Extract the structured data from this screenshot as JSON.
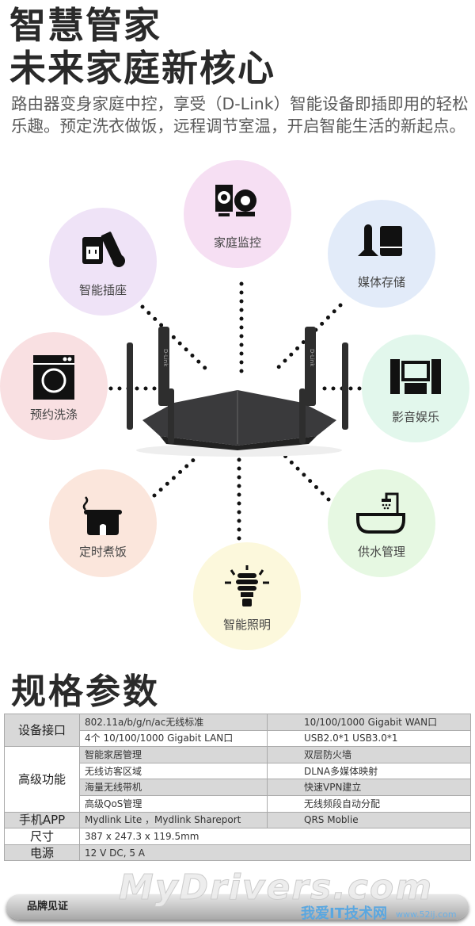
{
  "header": {
    "title_line1": "智慧管家",
    "title_line2": "未来家庭新核心",
    "intro": "路由器变身家庭中控，享受（D-Link）智能设备即插即用的轻松乐趣。预定洗衣做饭，远程调节室温，开启智能生活的新起点。"
  },
  "features": [
    {
      "label": "智能插座",
      "icon": "smart-plug-icon",
      "color": "#efe3f7"
    },
    {
      "label": "家庭监控",
      "icon": "camera-icon",
      "color": "#f6dff3"
    },
    {
      "label": "媒体存储",
      "icon": "storage-icon",
      "color": "#e2ebf9"
    },
    {
      "label": "预约洗涤",
      "icon": "washing-machine-icon",
      "color": "#f9e0e2"
    },
    {
      "label": "影音娱乐",
      "icon": "home-theater-icon",
      "color": "#e2f7ec"
    },
    {
      "label": "定时煮饭",
      "icon": "rice-cooker-icon",
      "color": "#fbe6dc"
    },
    {
      "label": "供水管理",
      "icon": "bathtub-icon",
      "color": "#e6f8e2"
    },
    {
      "label": "智能照明",
      "icon": "light-bulb-icon",
      "color": "#fcf8dc"
    }
  ],
  "router": {
    "brand": "D-Link"
  },
  "specs": {
    "title": "规格参数",
    "groups": [
      {
        "name": "设备接口",
        "rows": [
          [
            "802.11a/b/g/n/ac无线标准",
            "10/100/1000 Gigabit WAN口"
          ],
          [
            "4个 10/100/1000 Gigabit LAN口",
            "USB2.0*1 USB3.0*1"
          ]
        ]
      },
      {
        "name": "高级功能",
        "rows": [
          [
            "智能家居管理",
            "双层防火墙"
          ],
          [
            "无线访客区域",
            "DLNA多媒体映射"
          ],
          [
            "海量无线带机",
            "快速VPN建立"
          ],
          [
            "高级QoS管理",
            "无线频段自动分配"
          ]
        ]
      },
      {
        "name": "手机APP",
        "rows": [
          [
            "Mydlink Lite ，Mydlink Shareport",
            "QRS Moblie"
          ]
        ]
      },
      {
        "name": "尺寸",
        "value": "387 x 247.3 x 119.5mm"
      },
      {
        "name": "电源",
        "value": "12 V DC, 5 A"
      }
    ]
  },
  "brand_bar": {
    "label": "品牌见证"
  },
  "watermark": {
    "main": "MyDrivers.com",
    "site": "我爱IT技术网",
    "url": "www.52ij.com"
  }
}
